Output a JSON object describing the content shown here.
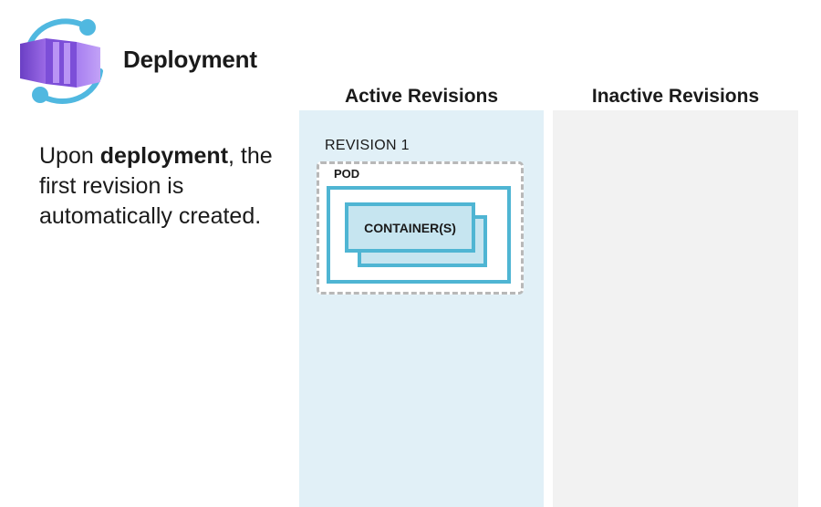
{
  "header": {
    "title": "Deployment",
    "logo_icon": "container-apps-icon"
  },
  "description": {
    "prefix": "Upon ",
    "bold": "deployment",
    "suffix": ", the first revision is automatically created."
  },
  "columns": {
    "active": {
      "title": "Active Revisions"
    },
    "inactive": {
      "title": "Inactive Revisions"
    }
  },
  "revision": {
    "label": "REVISION 1",
    "pod_label": "POD",
    "container_label": "CONTAINER(S)"
  },
  "colors": {
    "active_bg": "#e1f0f7",
    "inactive_bg": "#f2f2f2",
    "accent": "#4fb5d3",
    "container_fill": "#c6e5f0",
    "logo_purple": "#8a5bd6",
    "dashed_border": "#b8b8b8"
  }
}
